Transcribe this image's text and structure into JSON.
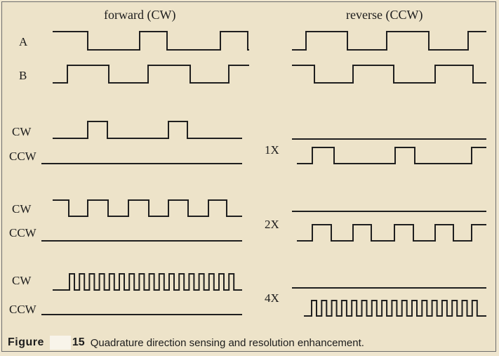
{
  "figure": {
    "left_heading": "forward (CW)",
    "right_heading": "reverse (CCW)",
    "labels": {
      "a": "A",
      "b": "B",
      "cw": "CW",
      "ccw": "CCW",
      "x1": "1X",
      "x2": "2X",
      "x4": "4X"
    }
  },
  "caption": {
    "word": "Figure",
    "number": "15",
    "text": "Quadrature direction sensing and resolution enhancement."
  }
}
